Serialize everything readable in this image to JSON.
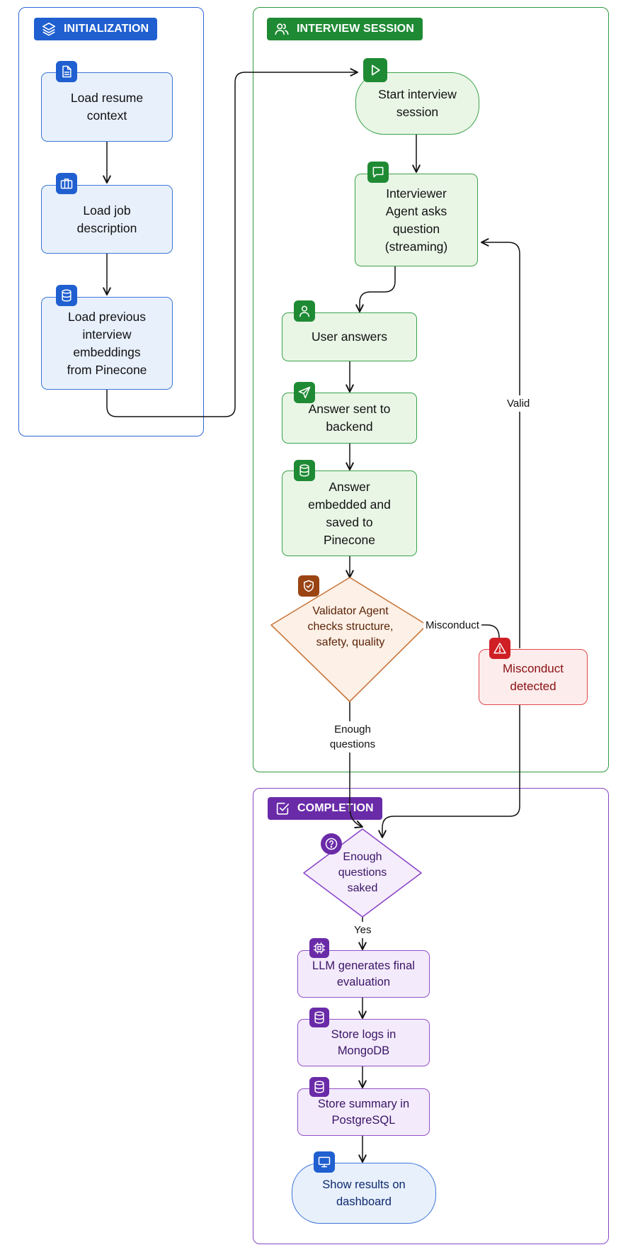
{
  "lanes": {
    "initialization": {
      "title": "INITIALIZATION",
      "nodes": {
        "load_resume": "Load resume context",
        "load_job": "Load job description",
        "load_previous": "Load previous interview embeddings from Pinecone"
      }
    },
    "interview": {
      "title": "INTERVIEW SESSION",
      "nodes": {
        "start": "Start interview session",
        "ask": "Interviewer Agent asks question (streaming)",
        "user_answers": "User answers",
        "sent": "Answer sent to backend",
        "embedded": "Answer embedded and saved to Pinecone",
        "validator": "Validator Agent checks structure, safety, quality",
        "misconduct": "Misconduct detected"
      },
      "edge_labels": {
        "misconduct": "Misconduct",
        "valid": "Valid",
        "enough": "Enough questions"
      }
    },
    "completion": {
      "title": "COMPLETION",
      "nodes": {
        "enough": "Enough questions saked",
        "llm": "LLM generates final evaluation",
        "mongo": "Store logs in MongoDB",
        "postgres": "Store summary in PostgreSQL",
        "dashboard": "Show results on dashboard"
      },
      "edge_labels": {
        "yes": "Yes"
      }
    }
  },
  "colors": {
    "blue": "#1f5fd0",
    "green": "#1f8a34",
    "purple": "#6a2ba8",
    "red": "#cf1f25",
    "orange": "#9a4413"
  },
  "icons": {
    "initialization": "layers-icon",
    "interview": "users-icon",
    "completion": "check-square-icon",
    "load_resume": "document-icon",
    "load_job": "briefcase-icon",
    "load_previous": "database-icon",
    "start": "play-icon",
    "ask": "chat-icon",
    "user_answers": "user-icon",
    "sent": "send-icon",
    "embedded": "database-icon",
    "validator": "shield-check-icon",
    "misconduct": "warning-icon",
    "enough": "question-icon",
    "llm": "chip-icon",
    "mongo": "database-icon",
    "postgres": "database-icon",
    "dashboard": "monitor-icon"
  }
}
